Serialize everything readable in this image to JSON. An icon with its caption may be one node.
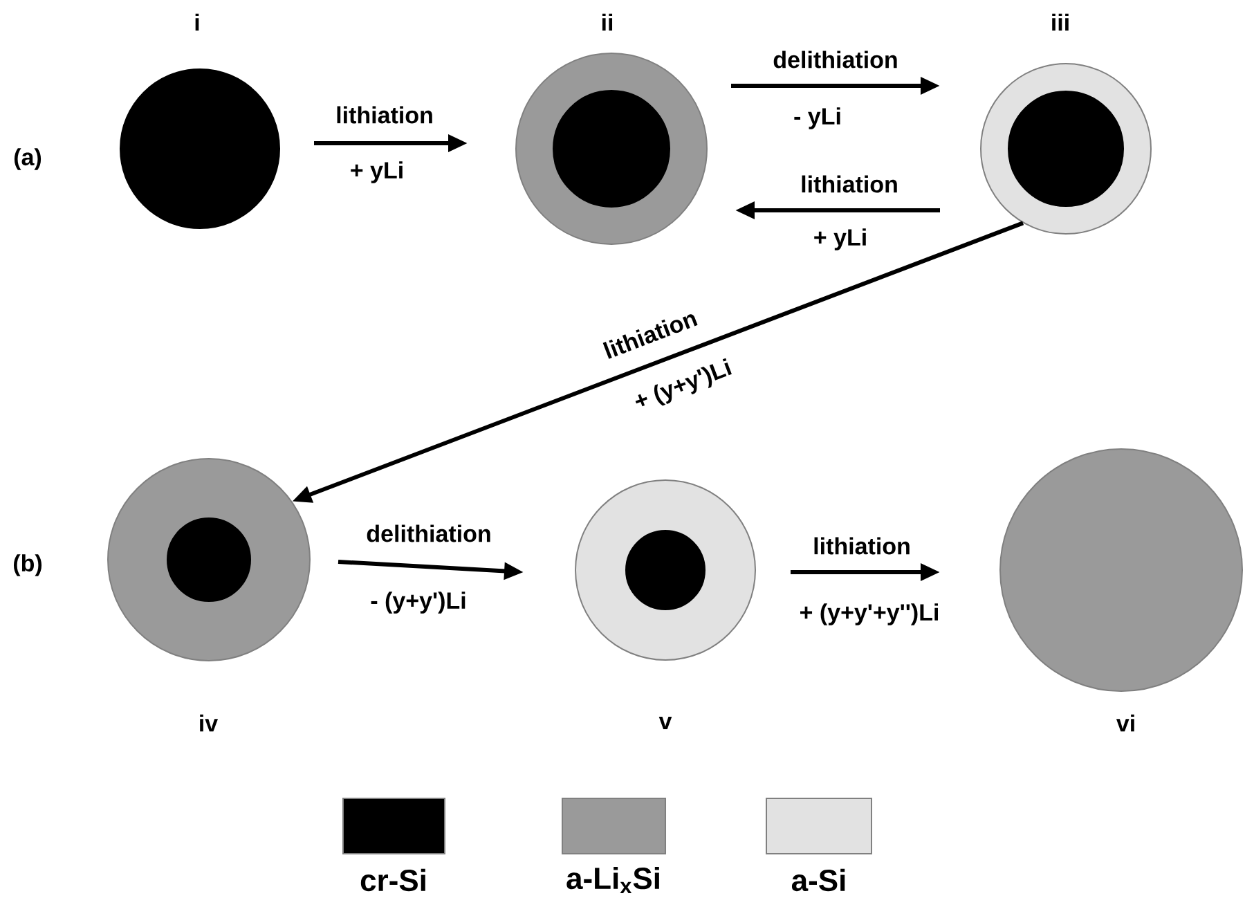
{
  "diagram": {
    "nodes": [
      {
        "text": [],
        "shape": "circle",
        "beside": [
          "i"
        ]
      },
      {
        "text": [],
        "shape": "circle",
        "beside": [
          "ii"
        ]
      },
      {
        "text": [],
        "shape": "circle",
        "in": 1
      },
      {
        "text": [],
        "shape": "circle",
        "beside": [
          "iii"
        ]
      },
      {
        "text": [],
        "shape": "circle",
        "in": 3
      },
      {
        "text": [],
        "shape": "circle",
        "beside": [
          "iv"
        ]
      },
      {
        "text": [],
        "shape": "circle",
        "in": 5
      },
      {
        "text": [],
        "shape": "circle",
        "beside": [
          "v"
        ]
      },
      {
        "text": [],
        "shape": "circle",
        "in": 7
      },
      {
        "text": [],
        "shape": "circle",
        "beside": [
          "vi"
        ]
      }
    ],
    "edges": [
      {
        "from": 0,
        "to": 1,
        "arrow": "to",
        "label": "lithiation"
      },
      {
        "from": 1,
        "to": 3,
        "arrow": "to",
        "label": "delithiation"
      },
      {
        "from": 3,
        "to": 1,
        "arrow": "to",
        "label": "lithiation"
      },
      {
        "from": 3,
        "to": 5,
        "arrow": "to",
        "label": "lithiation"
      },
      {
        "from": 5,
        "to": 7,
        "arrow": "to",
        "label": "delithiation"
      },
      {
        "from": 7,
        "to": 9,
        "arrow": "to",
        "label": "lithiation"
      }
    ],
    "labels": [
      "(a)",
      "+ yLi",
      "- yLi",
      "+ yLi",
      "+ (y+y')Li",
      "(b)",
      "- (y+y')Li",
      "+ (y+y'+y'')Li"
    ],
    "legend": [
      {
        "text": "cr-Si",
        "color": "#000000"
      },
      {
        "text": "a-Li$_{x}$Si",
        "color": "#9a9a9a"
      },
      {
        "text": "a-Si",
        "color": "#e2e2e2"
      }
    ]
  }
}
